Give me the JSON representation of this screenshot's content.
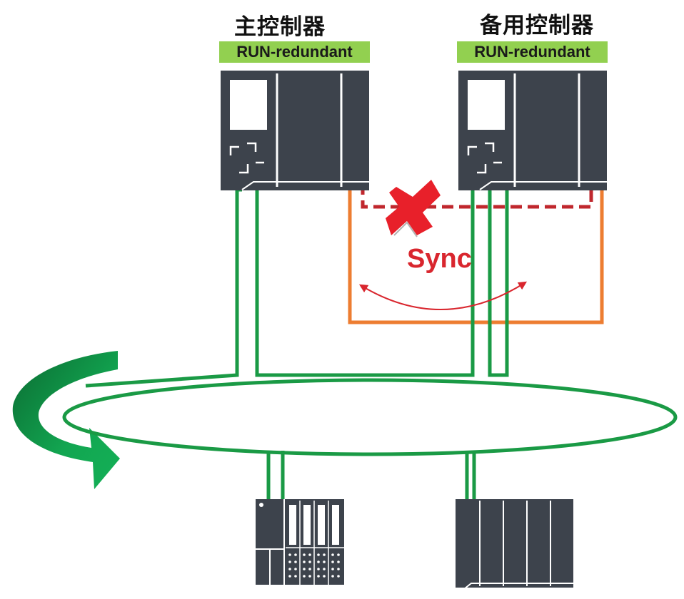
{
  "primary_controller": {
    "title": "主控制器",
    "status": "RUN-redundant"
  },
  "backup_controller": {
    "title": "备用控制器",
    "status": "RUN-redundant"
  },
  "sync": {
    "label": "Sync"
  },
  "colors": {
    "device_body": "#3d434c",
    "device_detail": "#ffffff",
    "status_bg": "#92d050",
    "ring_line": "#1a9a45",
    "sync_link": "#ed7d31",
    "broken_link": "#c0272d",
    "sync_label": "#d9262e",
    "cross_mark": "#e8202a",
    "arrow_light": "#12a651",
    "arrow_dark": "#0b6b32"
  },
  "icons": {
    "cross": "x-mark-icon",
    "sync_arrow": "double-headed-curved-arrow-icon",
    "ring_direction": "curved-arrow-icon"
  }
}
